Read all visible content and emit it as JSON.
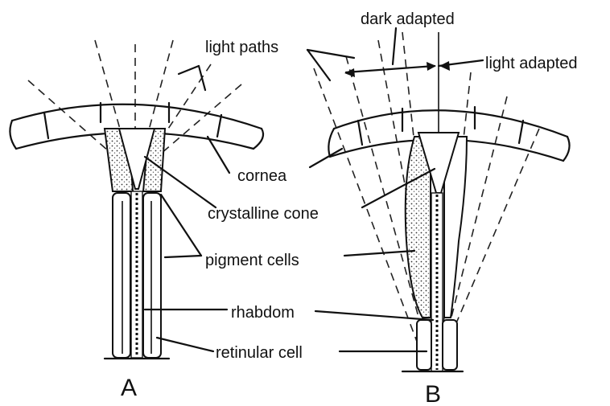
{
  "diagram": {
    "labels": {
      "light_paths": "light paths",
      "dark_adapted": "dark adapted",
      "light_adapted": "light adapted",
      "cornea": "cornea",
      "crystalline_cone": "crystalline cone",
      "pigment_cells": "pigment cells",
      "rhabdom": "rhabdom",
      "retinular_cell": "retinular cell"
    },
    "panels": {
      "a": "A",
      "b": "B"
    }
  }
}
